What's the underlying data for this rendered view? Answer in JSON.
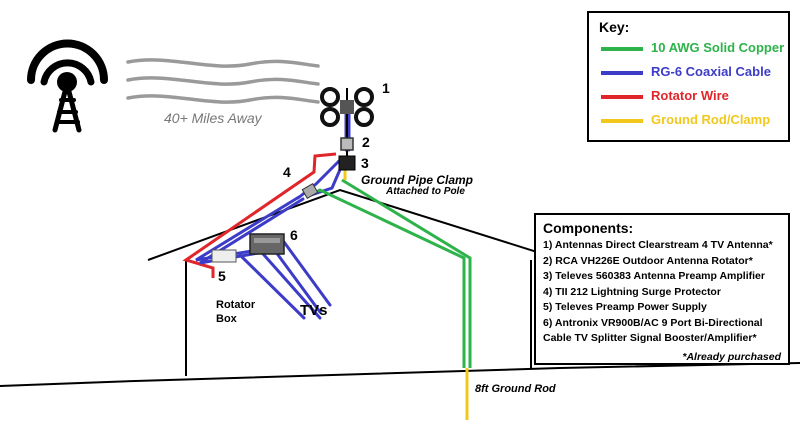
{
  "key": {
    "title": "Key:",
    "items": [
      {
        "label": "10 AWG Solid Copper",
        "color": "#2db34a"
      },
      {
        "label": "RG-6 Coaxial Cable",
        "color": "#3c3cc8"
      },
      {
        "label": "Rotator Wire",
        "color": "#e0262b"
      },
      {
        "label": "Ground Rod/Clamp",
        "color": "#f2c81d"
      }
    ]
  },
  "components": {
    "title": "Components:",
    "items": [
      "1) Antennas Direct Clearstream 4 TV Antenna*",
      "2) RCA VH226E Outdoor Antenna Rotator*",
      "3) Televes 560383 Antenna Preamp Amplifier",
      "4) TII 212 Lightning Surge Protector",
      "5) Televes Preamp Power Supply",
      "6) Antronix VR900B/AC 9 Port Bi-Directional",
      "Cable TV Splitter Signal Booster/Amplifier*"
    ],
    "footnote": "*Already purchased"
  },
  "labels": {
    "distance": "40+ Miles Away",
    "n1": "1",
    "n2": "2",
    "n3": "3",
    "n4": "4",
    "n5": "5",
    "n6": "6",
    "clamp": "Ground Pipe Clamp",
    "clamp_sub": "Attached to Pole",
    "rotator_box_line1": "Rotator",
    "rotator_box_line2": "Box",
    "tvs": "TVs",
    "ground_rod": "8ft Ground Rod"
  },
  "icons": {
    "tower": "broadcast-tower-icon",
    "waves": "signal-waves-icon",
    "antenna": "antenna-icon"
  }
}
